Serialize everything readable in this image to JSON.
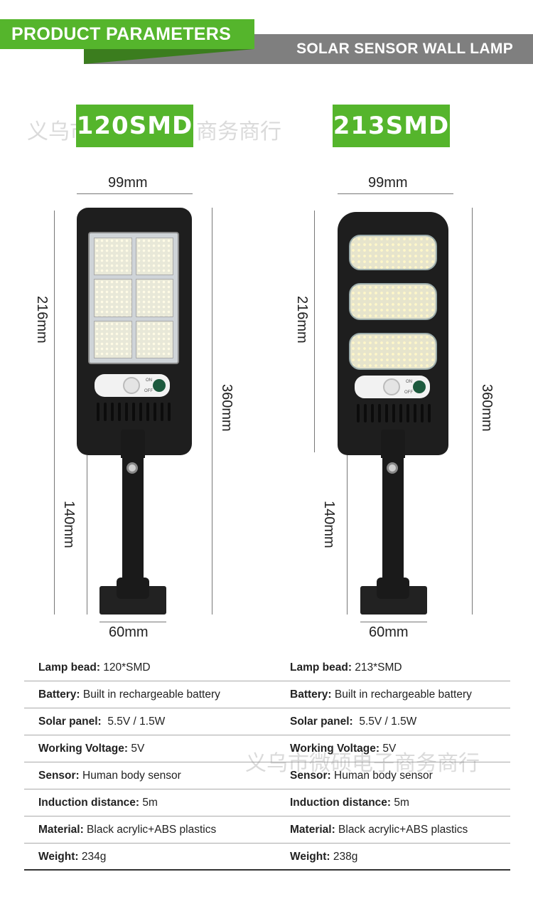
{
  "header": {
    "left_title": "PRODUCT PARAMETERS",
    "right_title": "SOLAR SENSOR WALL LAMP"
  },
  "products": [
    {
      "badge": "120SMD",
      "width_dim": "99mm",
      "panel_dim": "216mm",
      "total_dim": "360mm",
      "arm_dim": "140mm",
      "base_dim": "60mm"
    },
    {
      "badge": "213SMD",
      "width_dim": "99mm",
      "panel_dim": "216mm",
      "total_dim": "360mm",
      "arm_dim": "140mm",
      "base_dim": "60mm"
    }
  ],
  "sensor_labels": {
    "on": "ON",
    "off": "OFF"
  },
  "watermarks": {
    "top": "义乌市",
    "top_right": "商务商行",
    "bottom": "义乌市微硕电子商务商行"
  },
  "specs": [
    {
      "left_label": "Lamp bead:",
      "left_value": " 120*SMD",
      "right_label": "Lamp bead:",
      "right_value": " 213*SMD"
    },
    {
      "left_label": "Battery:",
      "left_value": " Built in rechargeable battery",
      "right_label": "Battery:",
      "right_value": " Built in rechargeable battery"
    },
    {
      "left_label": "Solar panel:",
      "left_value": "  5.5V / 1.5W",
      "right_label": "Solar panel:",
      "right_value": "  5.5V / 1.5W"
    },
    {
      "left_label": "Working Voltage:",
      "left_value": " 5V",
      "right_label": "Working Voltage:",
      "right_value": " 5V"
    },
    {
      "left_label": "Sensor:",
      "left_value": " Human body sensor",
      "right_label": "Sensor:",
      "right_value": " Human body sensor"
    },
    {
      "left_label": "Induction distance:",
      "left_value": " 5m",
      "right_label": "Induction distance:",
      "right_value": " 5m"
    },
    {
      "left_label": "Material:",
      "left_value": " Black acrylic+ABS plastics",
      "right_label": "Material:",
      "right_value": " Black acrylic+ABS plastics"
    },
    {
      "left_label": "Weight:",
      "left_value": " 234g",
      "right_label": "Weight:",
      "right_value": " 238g"
    }
  ],
  "colors": {
    "accent_green": "#55b52c",
    "banner_gray": "#7f7f7f",
    "lamp_black": "#1e1e1e"
  }
}
